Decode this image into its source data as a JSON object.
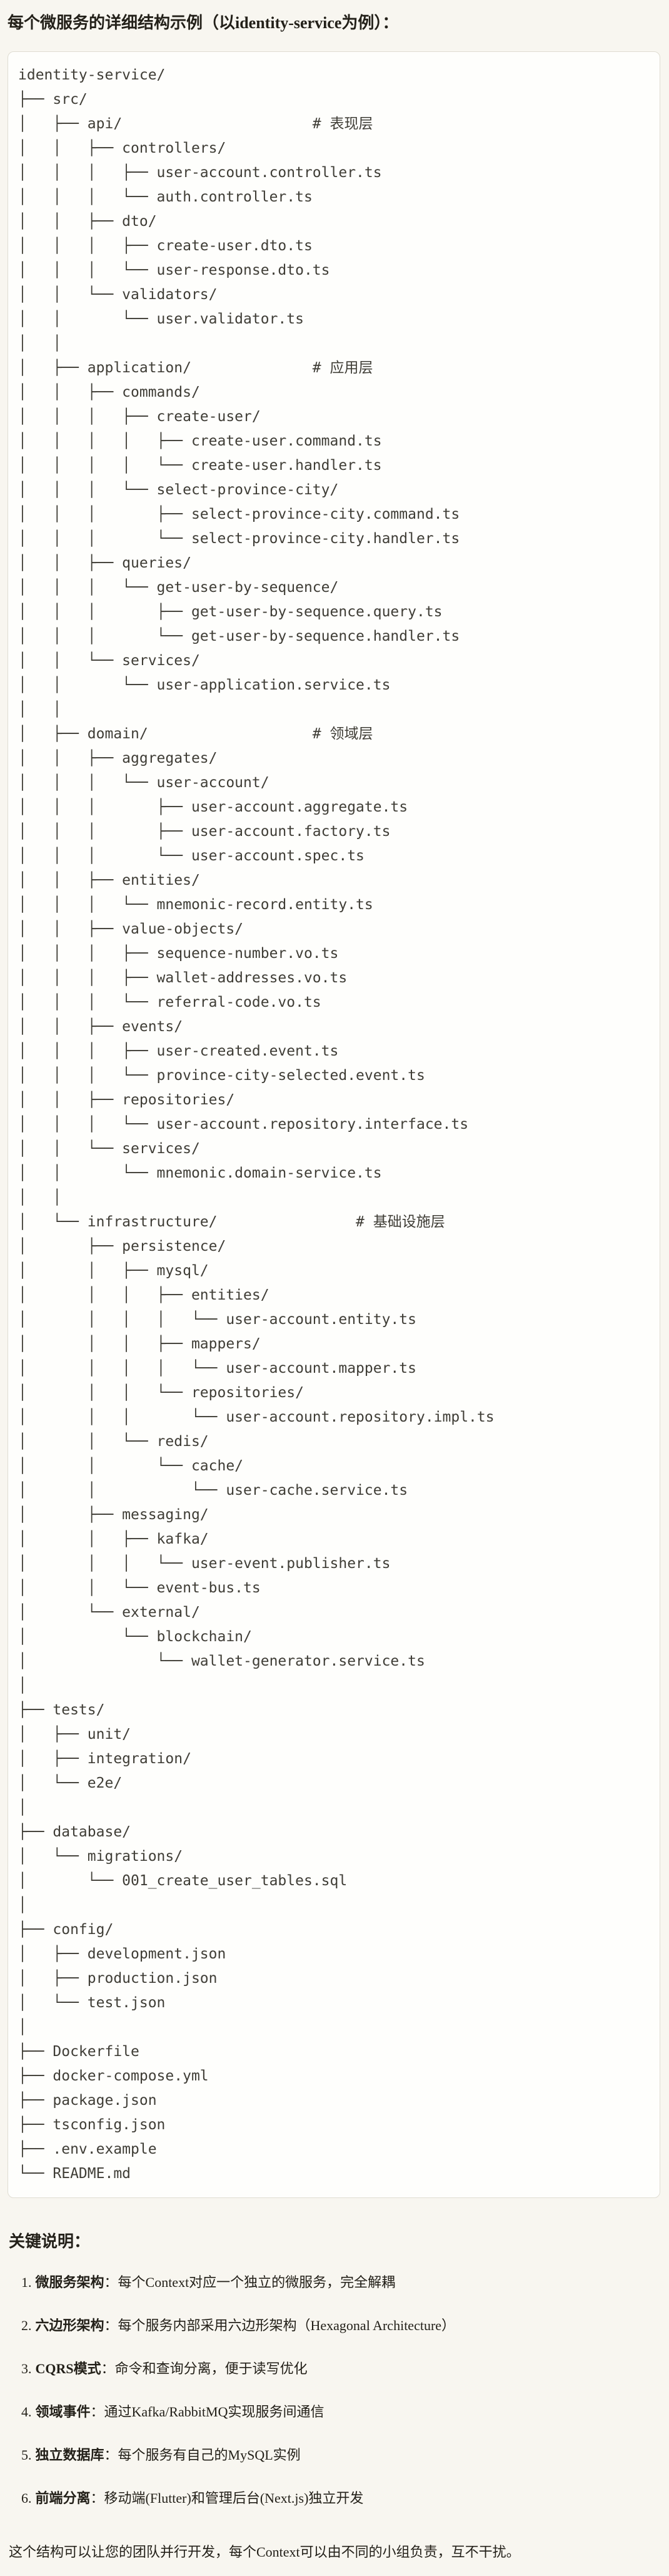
{
  "page": {
    "title": "每个微服务的详细结构示例（以identity-service为例）：",
    "colors": {
      "background": "#f8f6f0",
      "card_background": "#fefefc",
      "card_border": "#dfdcd2",
      "tree_text": "#3f3d36",
      "body_text": "#232019"
    }
  },
  "tree": {
    "root": "identity-service/",
    "layer_comments": [
      "# 表现层",
      "# 应用层",
      "# 领域层",
      "# 基础设施层"
    ],
    "lines": [
      "identity-service/",
      "├── src/",
      "│   ├── api/                      # 表现层",
      "│   │   ├── controllers/",
      "│   │   │   ├── user-account.controller.ts",
      "│   │   │   └── auth.controller.ts",
      "│   │   ├── dto/",
      "│   │   │   ├── create-user.dto.ts",
      "│   │   │   └── user-response.dto.ts",
      "│   │   └── validators/",
      "│   │       └── user.validator.ts",
      "│   │",
      "│   ├── application/              # 应用层",
      "│   │   ├── commands/",
      "│   │   │   ├── create-user/",
      "│   │   │   │   ├── create-user.command.ts",
      "│   │   │   │   └── create-user.handler.ts",
      "│   │   │   └── select-province-city/",
      "│   │   │       ├── select-province-city.command.ts",
      "│   │   │       └── select-province-city.handler.ts",
      "│   │   ├── queries/",
      "│   │   │   └── get-user-by-sequence/",
      "│   │   │       ├── get-user-by-sequence.query.ts",
      "│   │   │       └── get-user-by-sequence.handler.ts",
      "│   │   └── services/",
      "│   │       └── user-application.service.ts",
      "│   │",
      "│   ├── domain/                   # 领域层",
      "│   │   ├── aggregates/",
      "│   │   │   └── user-account/",
      "│   │   │       ├── user-account.aggregate.ts",
      "│   │   │       ├── user-account.factory.ts",
      "│   │   │       └── user-account.spec.ts",
      "│   │   ├── entities/",
      "│   │   │   └── mnemonic-record.entity.ts",
      "│   │   ├── value-objects/",
      "│   │   │   ├── sequence-number.vo.ts",
      "│   │   │   ├── wallet-addresses.vo.ts",
      "│   │   │   └── referral-code.vo.ts",
      "│   │   ├── events/",
      "│   │   │   ├── user-created.event.ts",
      "│   │   │   └── province-city-selected.event.ts",
      "│   │   ├── repositories/",
      "│   │   │   └── user-account.repository.interface.ts",
      "│   │   └── services/",
      "│   │       └── mnemonic.domain-service.ts",
      "│   │",
      "│   └── infrastructure/                # 基础设施层",
      "│       ├── persistence/",
      "│       │   ├── mysql/",
      "│       │   │   ├── entities/",
      "│       │   │   │   └── user-account.entity.ts",
      "│       │   │   ├── mappers/",
      "│       │   │   │   └── user-account.mapper.ts",
      "│       │   │   └── repositories/",
      "│       │   │       └── user-account.repository.impl.ts",
      "│       │   └── redis/",
      "│       │       └── cache/",
      "│       │           └── user-cache.service.ts",
      "│       ├── messaging/",
      "│       │   ├── kafka/",
      "│       │   │   └── user-event.publisher.ts",
      "│       │   └── event-bus.ts",
      "│       └── external/",
      "│           └── blockchain/",
      "│               └── wallet-generator.service.ts",
      "│",
      "├── tests/",
      "│   ├── unit/",
      "│   ├── integration/",
      "│   └── e2e/",
      "│",
      "├── database/",
      "│   └── migrations/",
      "│       └── 001_create_user_tables.sql",
      "│",
      "├── config/",
      "│   ├── development.json",
      "│   ├── production.json",
      "│   └── test.json",
      "│",
      "├── Dockerfile",
      "├── docker-compose.yml",
      "├── package.json",
      "├── tsconfig.json",
      "├── .env.example",
      "└── README.md"
    ]
  },
  "notes": {
    "heading": "关键说明：",
    "items": [
      {
        "num": "1.",
        "bold": "微服务架构",
        "text": "：每个Context对应一个独立的微服务，完全解耦"
      },
      {
        "num": "2.",
        "bold": "六边形架构",
        "text": "：每个服务内部采用六边形架构（Hexagonal Architecture）"
      },
      {
        "num": "3.",
        "bold": "CQRS模式",
        "text": "：命令和查询分离，便于读写优化"
      },
      {
        "num": "4.",
        "bold": "领域事件",
        "text": "：通过Kafka/RabbitMQ实现服务间通信"
      },
      {
        "num": "5.",
        "bold": "独立数据库",
        "text": "：每个服务有自己的MySQL实例"
      },
      {
        "num": "6.",
        "bold": "前端分离",
        "text": "：移动端(Flutter)和管理后台(Next.js)独立开发"
      }
    ],
    "footer": "这个结构可以让您的团队并行开发，每个Context可以由不同的小组负责，互不干扰。"
  }
}
